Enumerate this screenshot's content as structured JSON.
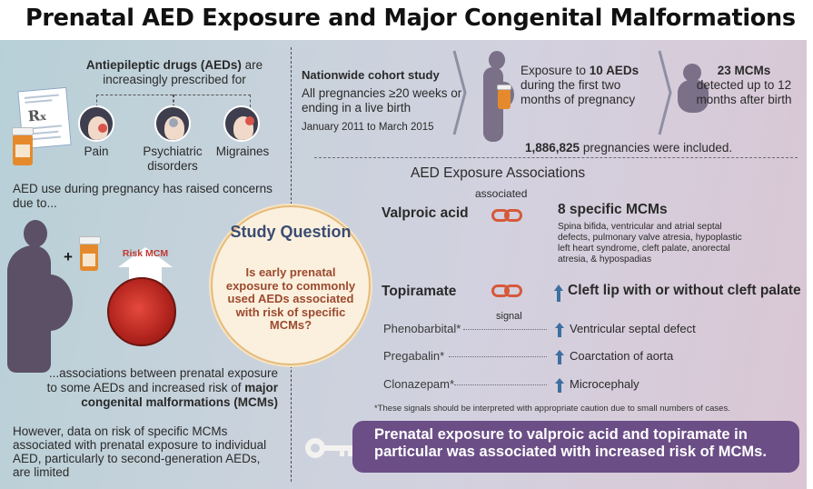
{
  "title": "Prenatal AED Exposure and Major Congenital Malformations",
  "left": {
    "intro_bold": "Antiepileptic drugs (AEDs)",
    "intro_rest": " are increasingly prescribed for",
    "categories": [
      "Pain",
      "Psychiatric disorders",
      "Migraines"
    ],
    "concern": "AED use during pregnancy has raised concerns due to...",
    "risk_label": "Risk MCM",
    "association_pre": "...associations between prenatal exposure to some AEDs and increased risk of ",
    "association_bold": "major congenital malformations (MCMs)",
    "however": "However, data on risk of specific MCMs associated with prenatal exposure to individual AED, particularly to second-generation AEDs, are limited"
  },
  "study_question": {
    "title": "Study Question",
    "text": "Is early prenatal exposure to commonly used AEDs associated with risk of specific MCMs?"
  },
  "cohort": {
    "title": "Nationwide cohort study",
    "text": "All pregnancies ≥20 weeks or ending in a live birth",
    "dates": "January 2011 to March 2015",
    "exposure_pre": "Exposure to ",
    "exposure_bold": "10 AEDs",
    "exposure_rest": " during the first two months of pregnancy",
    "mcm_bold": "23 MCMs",
    "mcm_rest": " detected up to 12 months after birth",
    "included_bold": "1,886,825",
    "included_rest": " pregnancies were included."
  },
  "associations": {
    "title": "AED Exposure Associations",
    "associated_label": "associated",
    "signal_label": "signal",
    "valproic": {
      "drug": "Valproic acid",
      "outcome": "8 specific MCMs",
      "details": "Spina bifida, ventricular and atrial septal defects, pulmonary valve atresia, hypoplastic left heart syndrome, cleft palate, anorectal atresia, & hypospadias"
    },
    "topiramate": {
      "drug": "Topiramate",
      "outcome": "Cleft lip with or without cleft palate"
    },
    "signals": [
      {
        "drug": "Phenobarbital*",
        "outcome": "Ventricular septal defect"
      },
      {
        "drug": "Pregabalin*",
        "outcome": "Coarctation of aorta"
      },
      {
        "drug": "Clonazepam*",
        "outcome": "Microcephaly"
      }
    ],
    "footnote": "*These signals should be interpreted with appropriate caution due to small numbers of cases."
  },
  "key_finding": "Prenatal exposure to valproic acid and topiramate in particular was associated with increased risk of MCMs.",
  "colors": {
    "accent_purple": "#6b4e86",
    "link_orange": "#d55a3a",
    "arrow_blue": "#3d6fa0",
    "question_brown": "#9c4a2e",
    "question_title_blue": "#3a4c72"
  }
}
